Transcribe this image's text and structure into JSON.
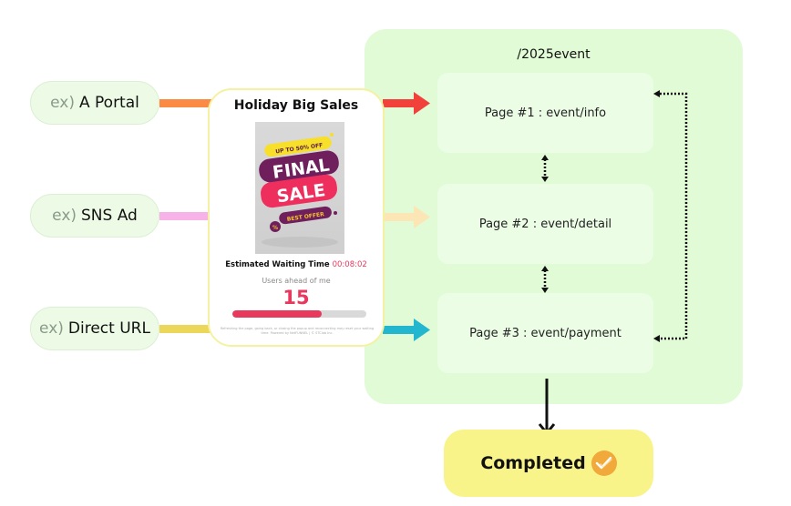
{
  "sources": [
    {
      "prefix": "ex)",
      "label": "A Portal",
      "color": "#fb8a45"
    },
    {
      "prefix": "ex)",
      "label": "SNS Ad",
      "color": "#f7b2e8"
    },
    {
      "prefix": "ex)",
      "label": "Direct URL",
      "color": "#ecd75a"
    }
  ],
  "queue": {
    "title": "Holiday Big Sales",
    "poster": {
      "badge": "UP TO 50% OFF",
      "line1": "FINAL",
      "line2": "SALE",
      "tag": "BEST OFFER",
      "percent_icon": "%"
    },
    "wait_label": "Estimated Waiting Time",
    "wait_time": "00:08:02",
    "users_label": "Users ahead of me",
    "users_count": "15",
    "progress_percent": 67,
    "footer": "Refreshing the page, going back, or closing the popup and reconnecting may reset your waiting time. Powered by NetFUNNEL | © STClab Inc."
  },
  "event": {
    "title": "/2025event",
    "pages": [
      {
        "label": "Page #1 : event/info",
        "arrow_color": "#f2413b"
      },
      {
        "label": "Page #2 : event/detail",
        "arrow_color": "#fde6b6"
      },
      {
        "label": "Page #3 : event/payment",
        "arrow_color": "#22b6cf"
      }
    ]
  },
  "completed": {
    "label": "Completed",
    "icon": "check-badge-icon",
    "icon_color": "#f2a93b"
  }
}
